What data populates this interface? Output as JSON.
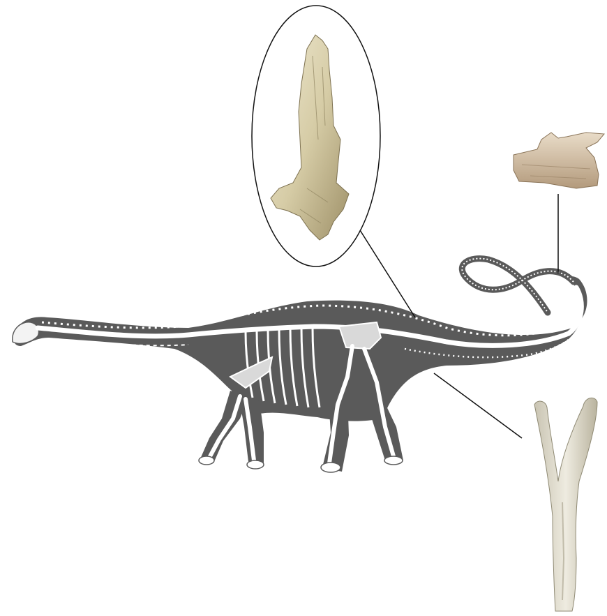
{
  "figure": {
    "subject": "sauropod-skeletal-reconstruction",
    "bones": [
      {
        "id": "sacral-vertebra",
        "icon": "vertebra-fossil-icon"
      },
      {
        "id": "caudal-vertebra",
        "icon": "caudal-centrum-fossil-icon"
      },
      {
        "id": "chevron",
        "icon": "chevron-bone-fossil-icon"
      }
    ],
    "colors": {
      "silhouette": "#5a5a5a",
      "bone": "#ffffff",
      "fossil_light": "#e6dfc6",
      "fossil_mid": "#c9bd95",
      "fossil_dark": "#8a7d55",
      "callout_line": "#111111"
    }
  }
}
